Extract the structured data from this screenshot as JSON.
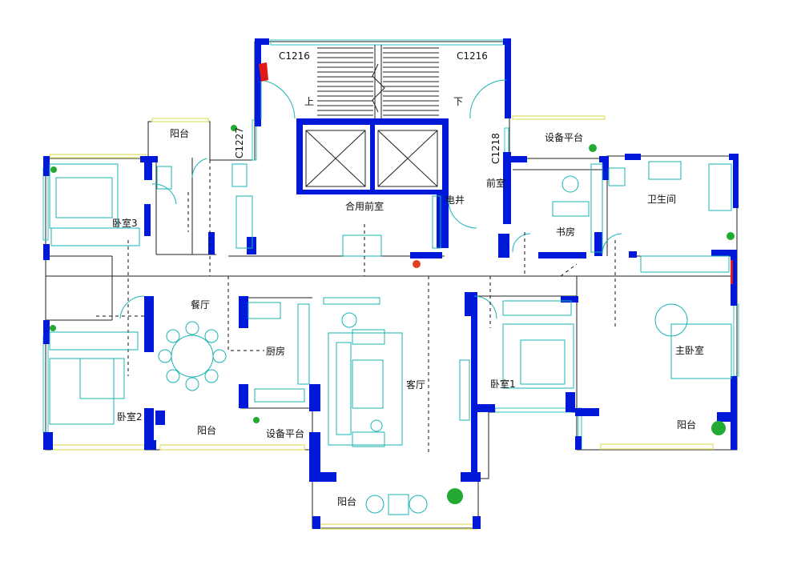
{
  "rooms": {
    "balcony_top_left": "阳台",
    "bedroom3": "卧室3",
    "dining": "餐厅",
    "kitchen": "厨房",
    "bedroom2": "卧室2",
    "balcony_bottom_left": "阳台",
    "equipment_platform_bottom": "设备平台",
    "living": "客厅",
    "balcony_bottom_center": "阳台",
    "shared_lobby": "合用前室",
    "electric_shaft": "电井",
    "front_room": "前室",
    "equipment_platform_top": "设备平台",
    "study": "书房",
    "bathroom": "卫生间",
    "bedroom1": "卧室1",
    "master_bedroom": "主卧室",
    "balcony_bottom_right": "阳台"
  },
  "windows": {
    "c1216_left": "C1216",
    "c1216_right": "C1216",
    "c1227": "C1227",
    "c1218": "C1218"
  },
  "stair_marks": {
    "up": "上",
    "down": "下"
  },
  "colors": {
    "wall": "#0018d8",
    "furniture": "#1ab3b3",
    "window_light": "#e6e680",
    "accent_red": "#e01818",
    "plant": "#22aa33"
  }
}
